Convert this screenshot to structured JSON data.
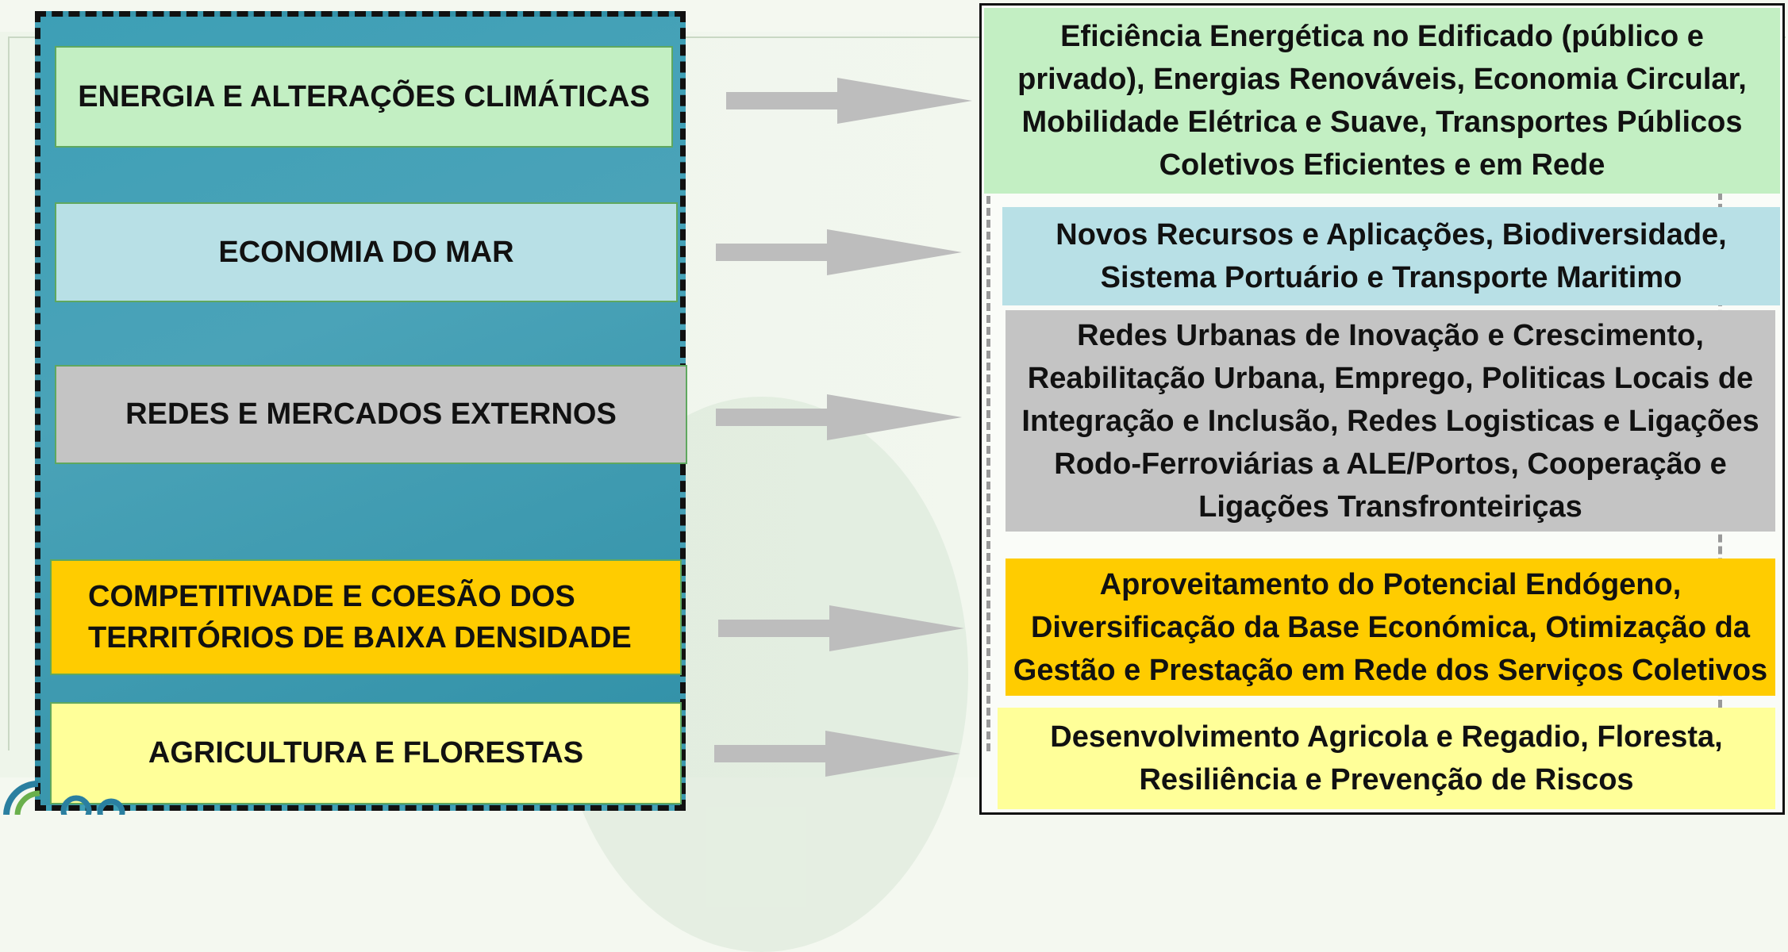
{
  "left_boxes": [
    {
      "label": "ENERGIA E ALTERAÇÕES CLIMÁTICAS"
    },
    {
      "label": "ECONOMIA DO MAR"
    },
    {
      "label": "REDES E MERCADOS EXTERNOS"
    },
    {
      "label_line1": "COMPETITIVADE E COESÃO DOS",
      "label_line2": "TERRITÓRIOS DE BAIXA DENSIDADE"
    },
    {
      "label": "AGRICULTURA E FLORESTAS"
    }
  ],
  "right_boxes": [
    {
      "lines": [
        "Eficiência Energética no Edificado (público e",
        "privado), Energias Renováveis, Economia Circular,",
        "Mobilidade Elétrica e Suave, Transportes Públicos",
        "Coletivos Eficientes e em Rede"
      ]
    },
    {
      "lines": [
        "Novos Recursos e Aplicações, Biodiversidade,",
        "Sistema Portuário e Transporte Maritimo"
      ]
    },
    {
      "lines": [
        "Redes Urbanas de Inovação e Crescimento,",
        "Reabilitação Urbana, Emprego, Politicas Locais de",
        "Integração e Inclusão, Redes Logisticas e Ligações",
        "Rodo-Ferroviárias a ALE/Portos, Cooperação e",
        "Ligações Transfronteiriças"
      ]
    },
    {
      "lines": [
        "Aproveitamento do Potencial Endógeno,",
        "Diversificação da Base Económica, Otimização da",
        "Gestão e Prestação em Rede dos Serviços Coletivos"
      ]
    },
    {
      "lines": [
        "Desenvolvimento Agricola e Regadio, Floresta,",
        "Resiliência e Prevenção de Riscos"
      ]
    }
  ],
  "colors": {
    "green_box": "#c3efc3",
    "blue_box": "#b8e0e6",
    "grey_box": "#c4c4c4",
    "yellow_box": "#ffcc00",
    "light_yellow_box": "#ffff99",
    "panel_blue": "#3d9fb6",
    "arrow": "#bdbdbd"
  }
}
